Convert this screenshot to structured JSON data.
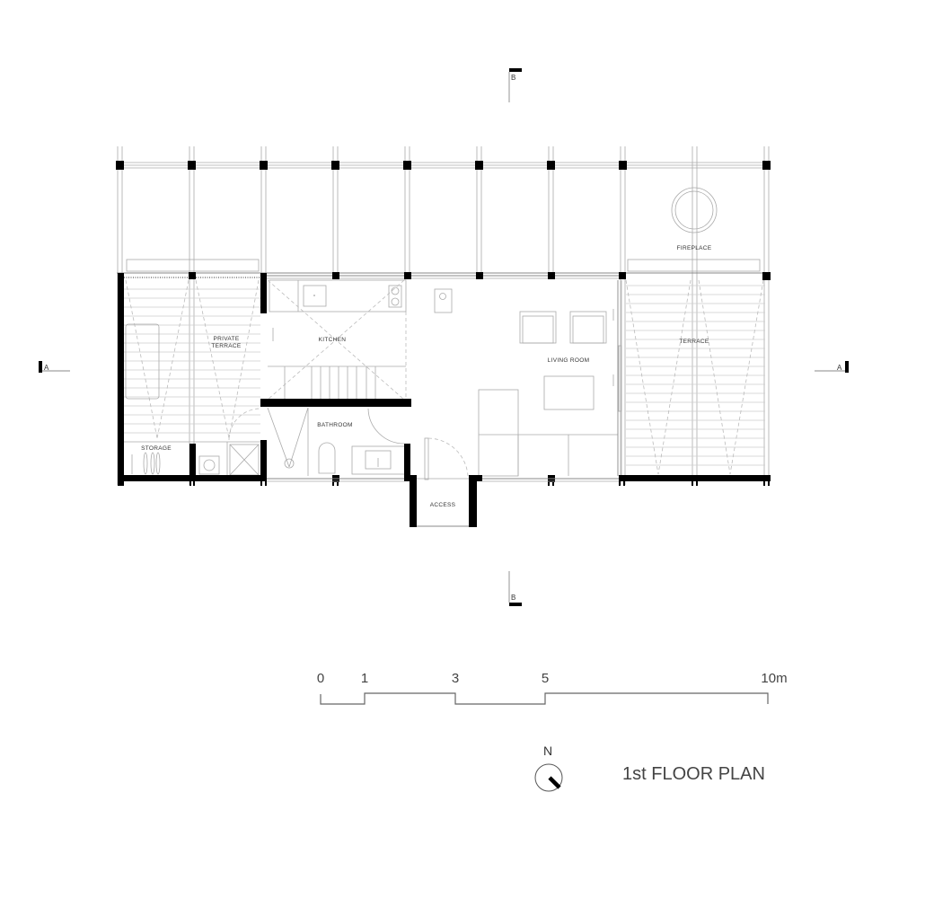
{
  "drawing": {
    "title": "1st FLOOR PLAN",
    "north_label": "N",
    "north_icon": "north-arrow-icon"
  },
  "rooms": {
    "private_terrace_line1": "PRIVATE",
    "private_terrace_line2": "TERRACE",
    "storage": "STORAGE",
    "kitchen": "KITCHEN",
    "bathroom": "BATHROOM",
    "living_room": "LIVING ROOM",
    "access": "ACCESS",
    "terrace": "TERRACE",
    "fireplace": "FIREPLACE"
  },
  "section_markers": {
    "a_left": "A",
    "a_right": "A",
    "b_top": "B",
    "b_bottom": "B"
  },
  "scale_bar": {
    "labels": [
      "0",
      "1",
      "3",
      "5",
      "10m"
    ],
    "values_m": [
      0,
      1,
      3,
      5,
      10
    ]
  },
  "colors": {
    "wall": "#000000",
    "line": "#aaaaaa",
    "text": "#333333"
  }
}
